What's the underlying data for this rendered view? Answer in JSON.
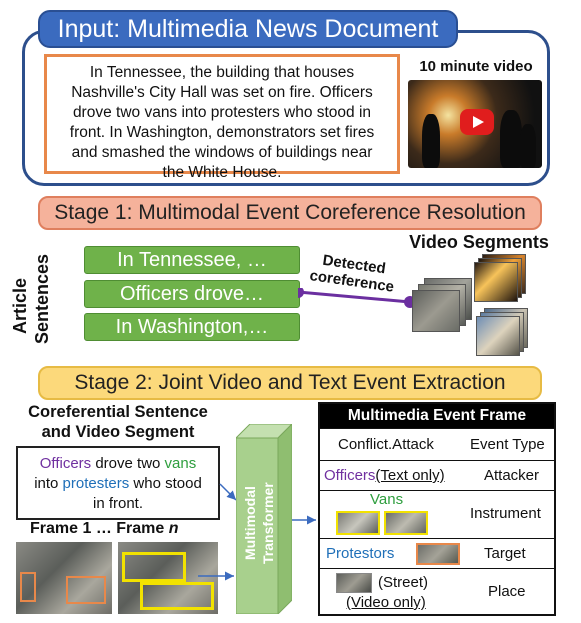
{
  "input": {
    "title": "Input: Multimedia News Document",
    "article_lines": [
      "In Tennessee, the building that houses",
      "Nashville's City Hall was set on fire. Officers",
      "drove two vans into protesters who stood in",
      "front. In Washington, demonstrators set fires",
      "and smashed the windows of buildings near",
      "the White House."
    ],
    "video_label": "10 minute video"
  },
  "stage1": {
    "title": "Stage 1: Multimodal Event Coreference Resolution",
    "side_label": [
      "Article",
      "Sentences"
    ],
    "sentences": [
      "In Tennessee, …",
      "Officers drove…",
      "In Washington,…"
    ],
    "detected_label": [
      "Detected",
      "coreference"
    ],
    "video_segments_label": "Video Segments"
  },
  "stage2": {
    "title": "Stage 2: Joint Video and Text Event Extraction",
    "coref_title": [
      "Coreferential Sentence",
      "and Video Segment"
    ],
    "coref_sentence": {
      "w1": "Officers",
      "t1": " drove two ",
      "w2": "vans",
      "t2": "into ",
      "w3": "protesters",
      "t3": " who stood",
      "t4": "in front."
    },
    "frame_label_prefix": "Frame 1 … Frame ",
    "frame_label_n": "n",
    "transformer_label": [
      "Multimodal",
      "Transformer"
    ]
  },
  "event_frame": {
    "header": "Multimedia Event Frame",
    "rows": {
      "event_type": {
        "value": "Conflict.Attack",
        "role": "Event Type"
      },
      "attacker": {
        "value": "Officers",
        "note": "(Text only)",
        "role": "Attacker"
      },
      "instrument": {
        "value": "Vans",
        "role": "Instrument"
      },
      "target": {
        "value": "Protestors",
        "role": "Target"
      },
      "place": {
        "value": "(Street)",
        "note": "(Video only)",
        "role": "Place"
      }
    }
  },
  "colors": {
    "officers": "#7030a0",
    "vans": "#2e9e3e",
    "protesters": "#1f6fb8",
    "box_orange": "#e8884a",
    "box_yellow": "#f2e200"
  }
}
